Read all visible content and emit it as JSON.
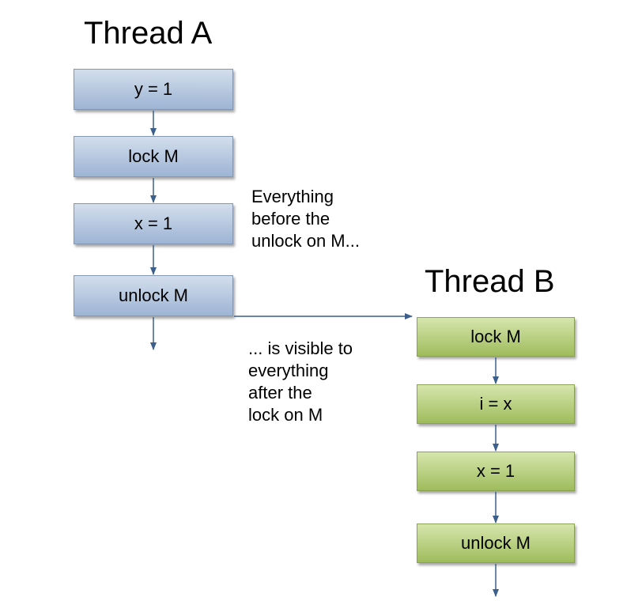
{
  "thread_a": {
    "title": "Thread A",
    "steps": [
      "y = 1",
      "lock M",
      "x = 1",
      "unlock M"
    ]
  },
  "thread_b": {
    "title": "Thread B",
    "steps": [
      "lock M",
      "i = x",
      "x = 1",
      "unlock M"
    ]
  },
  "annotations": {
    "before": "Everything\nbefore the\nunlock on M...",
    "after": "... is visible to\neverything\nafter the\nlock on M"
  },
  "colors": {
    "thread_a_box": "#b7c9e2",
    "thread_b_box": "#b8d080",
    "arrow": "#3c5f8c"
  }
}
